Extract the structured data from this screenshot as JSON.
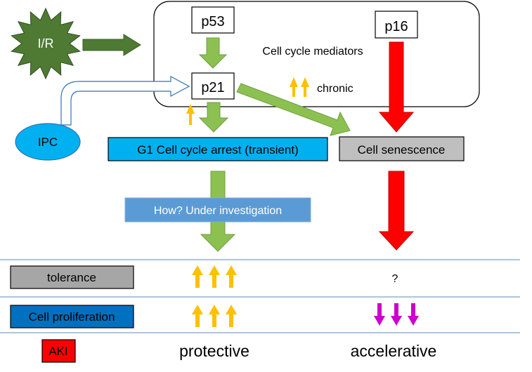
{
  "nodes": {
    "ir": "I/R",
    "ipc": "IPC",
    "p53": "p53",
    "p21": "p21",
    "p16": "p16",
    "mediators": "Cell cycle mediators",
    "chronic": "chronic",
    "g1_arrest": "G1 Cell cycle arrest (transient)",
    "senescence": "Cell senescence",
    "investigation": "How? Under investigation"
  },
  "outcomes": {
    "tolerance": "tolerance",
    "proliferation": "Cell proliferation",
    "aki": "AKI",
    "unknown": "?",
    "protective": "protective",
    "accelerative": "accelerative"
  },
  "colors": {
    "ir_star": "#4E7A33",
    "ipc_ellipse": "#00B0F0",
    "green_arrow": "#8CC152",
    "red_arrow": "#FF0000",
    "yellow_arrow": "#FFC000",
    "magenta_arrow": "#CC00CC",
    "g1_box": "#00B0F0",
    "senescence_box": "#BFBFBF",
    "investigation_box": "#5B9BD5",
    "tolerance_box": "#A6A6A6",
    "proliferation_box": "#0070C0",
    "aki_box": "#FF0000",
    "divider": "#5B8DB8"
  }
}
